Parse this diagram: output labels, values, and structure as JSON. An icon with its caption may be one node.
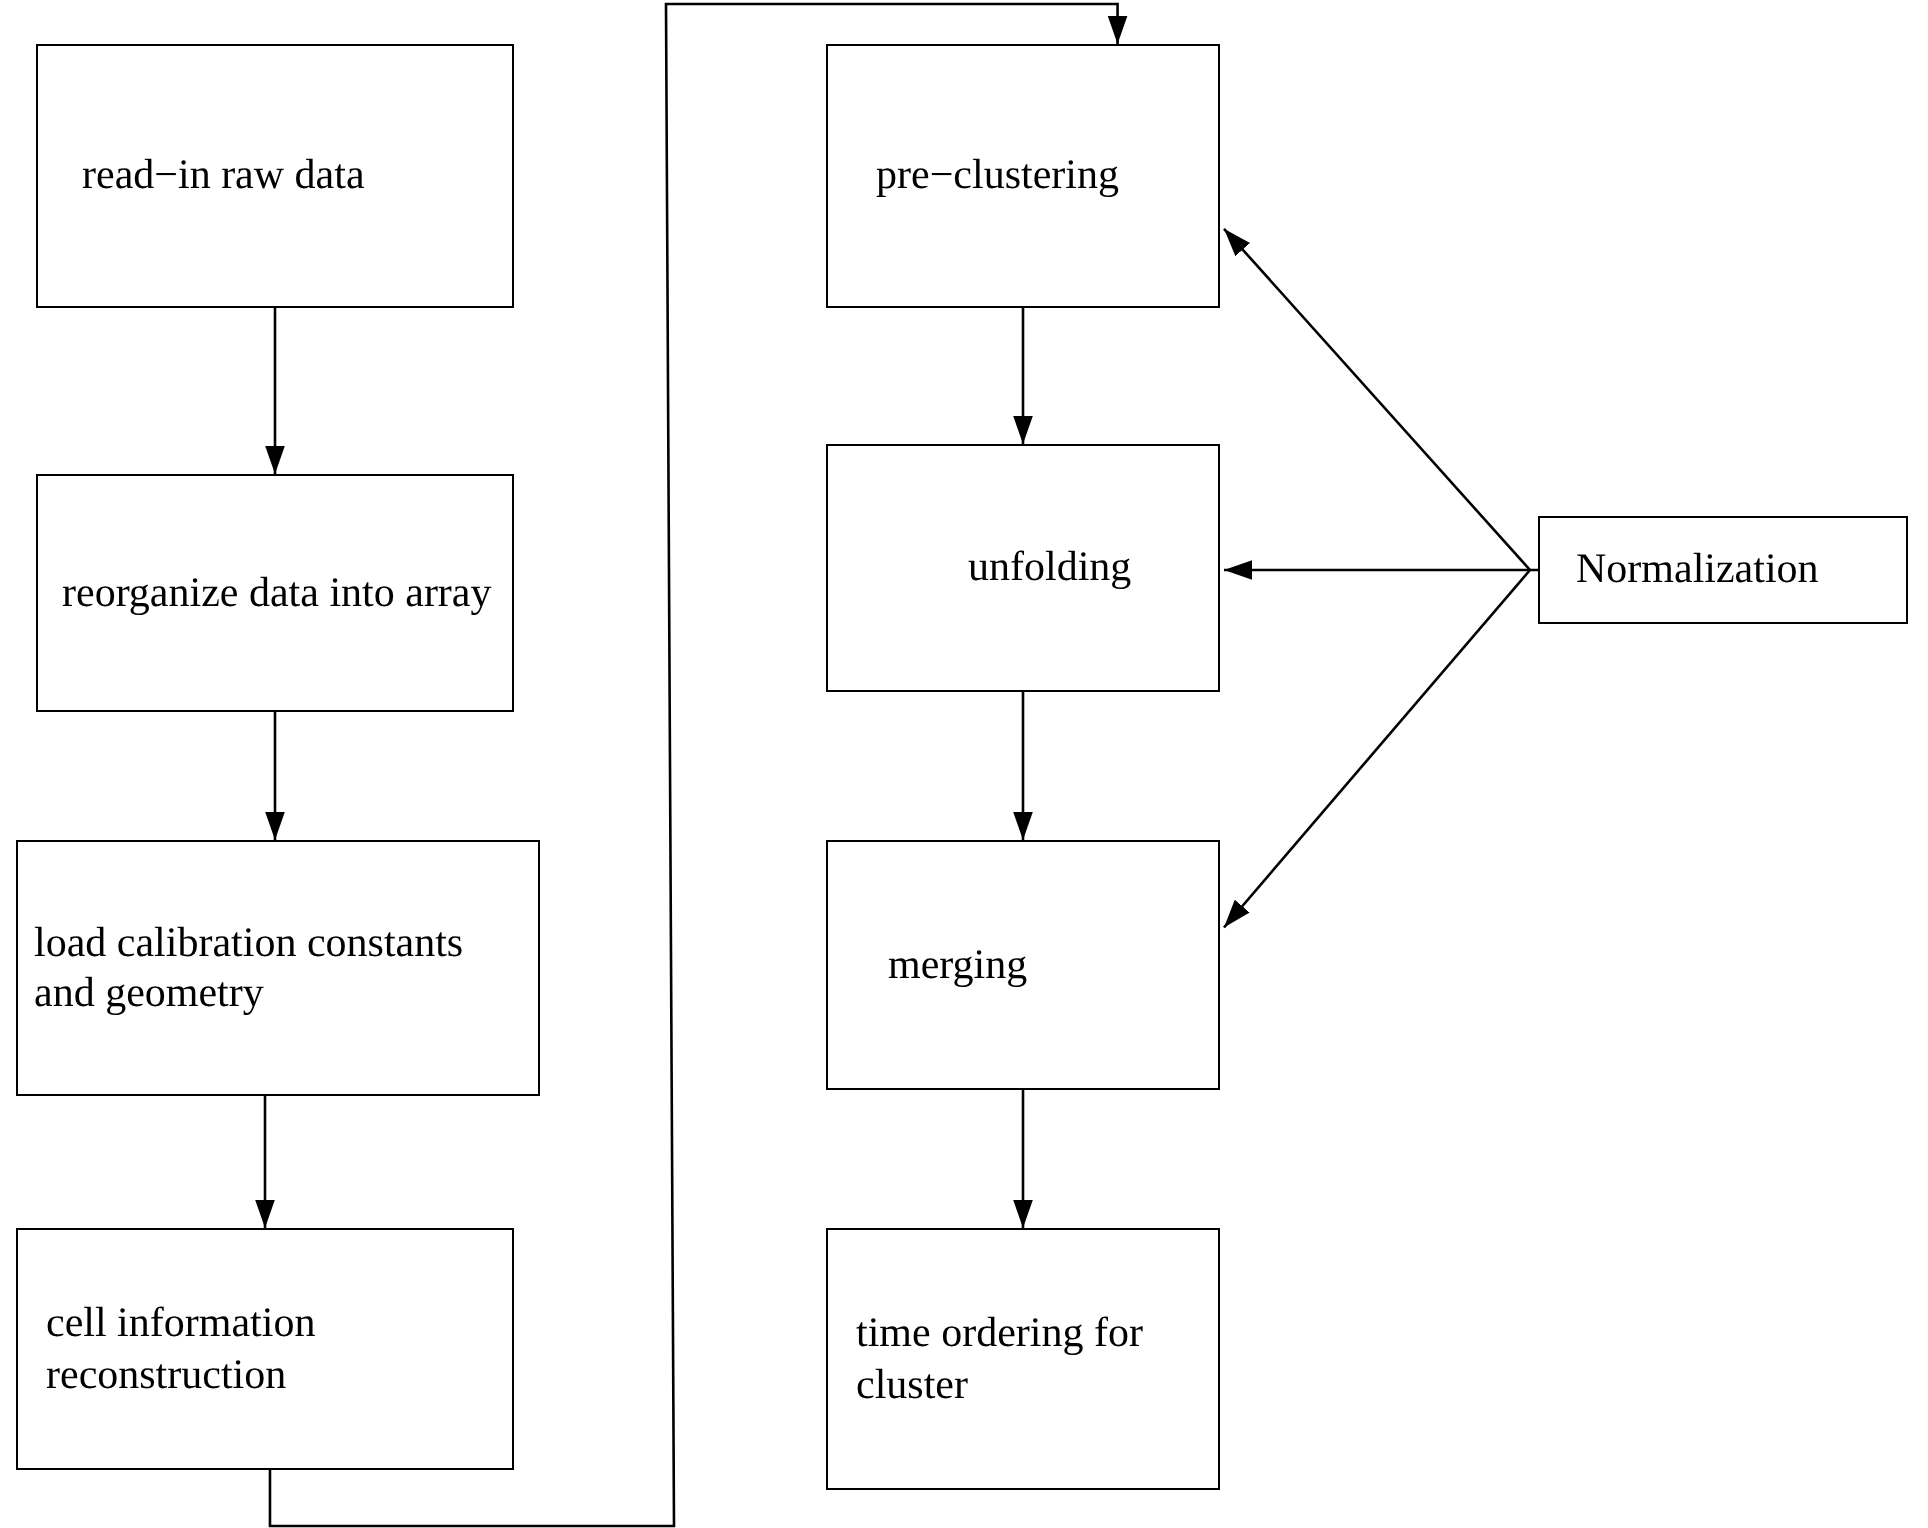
{
  "diagram": {
    "nodes": [
      {
        "text": [
          "read−in raw data"
        ]
      },
      {
        "text": [
          "reorganize data into array"
        ]
      },
      {
        "text": [
          "load calibration constants and geometry"
        ]
      },
      {
        "text": [
          "cell information reconstruction"
        ]
      },
      {
        "text": [
          "pre−clustering"
        ]
      },
      {
        "text": [
          "unfolding"
        ]
      },
      {
        "text": [
          "merging"
        ]
      },
      {
        "text": [
          "time ordering for cluster"
        ]
      },
      {
        "text": [
          "Normalization"
        ]
      }
    ],
    "edges": [
      {
        "from": 0,
        "to": 1,
        "arrow": "to"
      },
      {
        "from": 1,
        "to": 2,
        "arrow": "to"
      },
      {
        "from": 2,
        "to": 3,
        "arrow": "to"
      },
      {
        "from": 3,
        "to": 4,
        "arrow": "to"
      },
      {
        "from": 4,
        "to": 5,
        "arrow": "to"
      },
      {
        "from": 5,
        "to": 6,
        "arrow": "to"
      },
      {
        "from": 6,
        "to": 7,
        "arrow": "to"
      },
      {
        "from": 8,
        "to": 4,
        "arrow": "to"
      },
      {
        "from": 8,
        "to": 5,
        "arrow": "to"
      },
      {
        "from": 8,
        "to": 6,
        "arrow": "to"
      }
    ]
  }
}
